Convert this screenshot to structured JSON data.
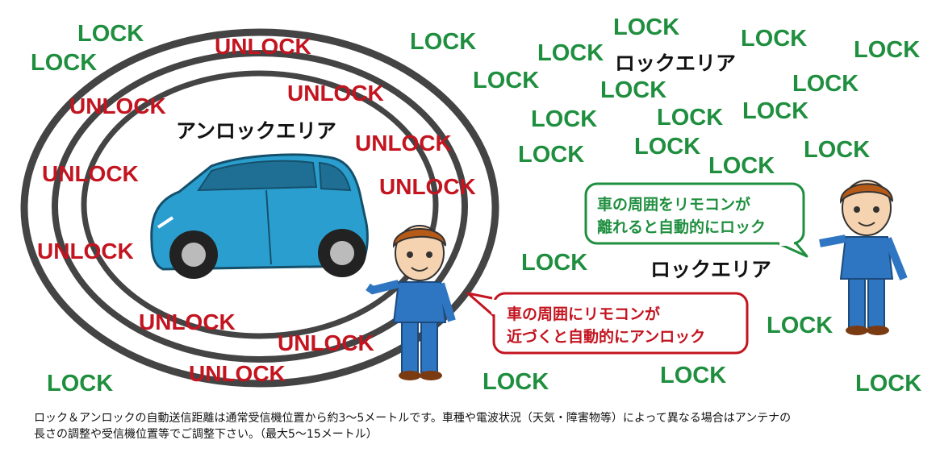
{
  "zones": {
    "lock_word": "LOCK",
    "unlock_word": "UNLOCK",
    "unlock_area_label": "アンロックエリア",
    "lock_area_label_1": "ロックエリア",
    "lock_area_label_2": "ロックエリア"
  },
  "bubbles": {
    "unlock_line1": "車の周囲にリモコンが",
    "unlock_line2": "近づくと自動的にアンロック",
    "lock_line1": "車の周囲をリモコンが",
    "lock_line2": "離れると自動的にロック"
  },
  "caption": {
    "line1": "ロック＆アンロックの自動送信距離は通常受信機位置から約3～5メートルです。車種や電波状況（天気・障害物等）によって異なる場合はアンテナの",
    "line2": "長さの調整や受信機位置等でご調整下さい。（最大5～15メートル）"
  },
  "colors": {
    "lock": "#1f8f3f",
    "unlock": "#c3141f",
    "car_body": "#2a9fcf",
    "ring": "#4a4a4a"
  }
}
